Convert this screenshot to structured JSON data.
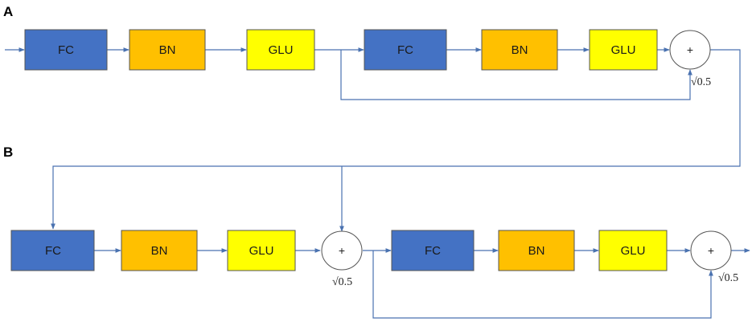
{
  "panels": {
    "a": "A",
    "b": "B"
  },
  "colors": {
    "fc": "#4472c4",
    "bn": "#ffc000",
    "glu": "#ffff00",
    "line": "#4a72b0",
    "border": "#555555"
  },
  "blocks": {
    "fc": "FC",
    "bn": "BN",
    "glu": "GLU"
  },
  "sum": {
    "symbol": "+",
    "scale": "√0.5"
  }
}
